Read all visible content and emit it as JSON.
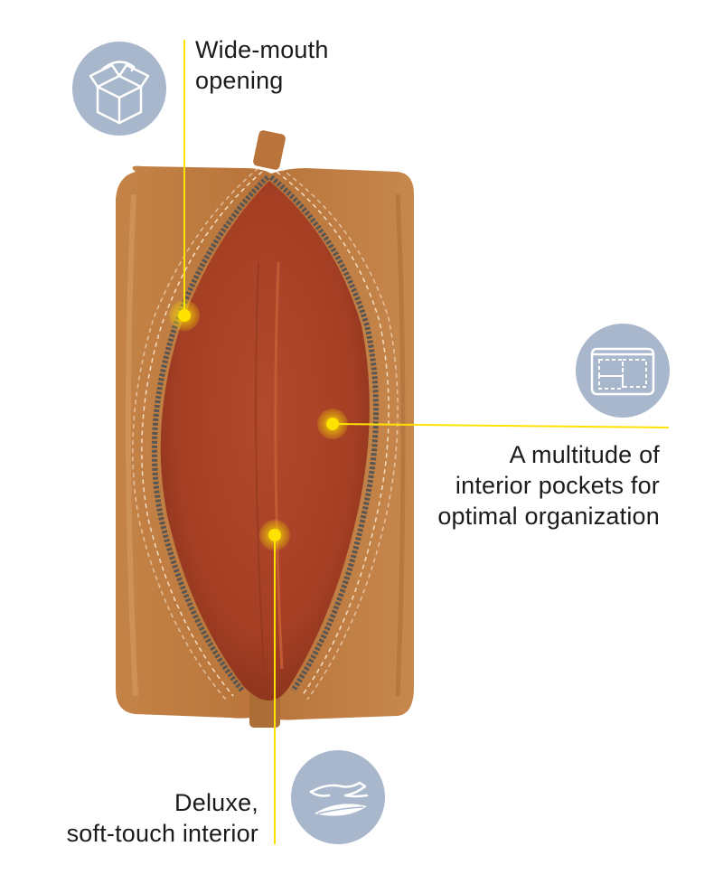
{
  "callouts": {
    "opening": {
      "line1": "Wide-mouth",
      "line2": "opening",
      "icon": "open-box-icon"
    },
    "pockets": {
      "line1": "A multitude of",
      "line2": "interior pockets for",
      "line3": "optimal organization",
      "icon": "pockets-icon"
    },
    "interior": {
      "line1": "Deluxe,",
      "line2": "soft-touch interior",
      "icon": "hand-feather-icon"
    }
  },
  "colors": {
    "leather": "#c17a3f",
    "lining": "#b8492b",
    "accent_yellow": "#ffe200",
    "icon_circle": "#a9b7cc",
    "text": "#1b1b1b"
  }
}
